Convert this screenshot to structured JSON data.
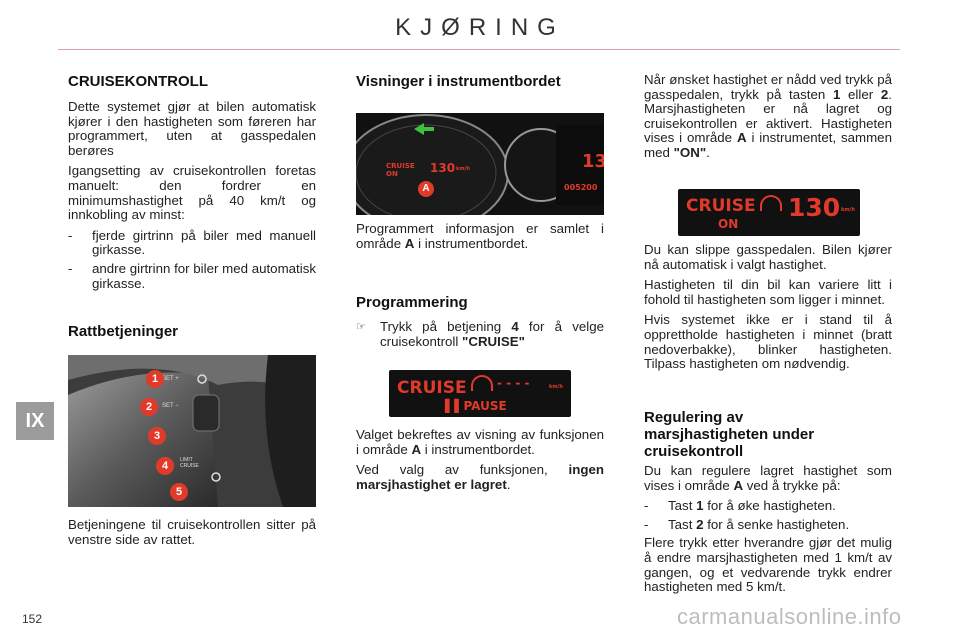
{
  "header": {
    "title": "KJØRING",
    "chapter": "IX",
    "page_number": "152",
    "watermark": "carmanualsonline.info"
  },
  "col1": {
    "heading": "CRUISEKONTROLL",
    "p1": "Dette systemet gjør at bilen automatisk kjører i den hastigheten som føreren har programmert, uten at gasspedalen berøres",
    "p2": "Igangsetting av cruisekontrollen foretas manuelt: den fordrer en minimumshastighet på 40 km/t og innkobling av minst:",
    "bullets": [
      "fjerde girtrinn på biler med manuell girkasse.",
      "andre girtrinn for biler med automatisk girkasse."
    ],
    "sub_heading": "Rattbetjeninger",
    "photo_labels": [
      "1",
      "2",
      "3",
      "4",
      "5"
    ],
    "photo_text": [
      "SET +",
      "SET −",
      "LIMIT CRUISE"
    ],
    "caption": "Betjeningene til cruisekontrollen sitter på venstre side av rattet."
  },
  "col2": {
    "heading": "Visninger i instrumentbordet",
    "dash_text": {
      "cruise": "CRUISE",
      "on": "ON",
      "speed": "130",
      "unit": "km/h",
      "marker": "A",
      "big": "13",
      "odo": "005200"
    },
    "caption_a": "Programmert informasjon er samlet i område",
    "caption_b": "A",
    "caption_c": "i instrumentbordet.",
    "heading2": "Programmering",
    "bullet_a": "Trykk på betjening",
    "bullet_b": "4",
    "bullet_c": "for å velge cruisekontroll",
    "bullet_d": "\"CRUISE\"",
    "lcd": {
      "cruise": "CRUISE",
      "dashes": "- - - -",
      "unit": "km/h",
      "pause": "PAUSE"
    },
    "p_confirm_a": "Valget bekreftes av visning av funksjonen i område",
    "p_confirm_b": "A",
    "p_confirm_c": "i instrumentbordet.",
    "p_speed_a": "Ved valg av funksjonen,",
    "p_speed_b": "ingen marsjhastighet er lagret",
    "p_speed_c": "."
  },
  "col3": {
    "p1_a": "Når ønsket hastighet er nådd ved trykk på gasspedalen, trykk på tasten",
    "p1_b": "1",
    "p1_c": "eller",
    "p1_d": "2",
    "p1_e": ". Marsjhastigheten er nå lagret og cruisekontrollen er aktivert. Hastigheten vises i område",
    "p1_f": "A",
    "p1_g": "i instrumentet, sammen med",
    "p1_h": "\"ON\"",
    "p1_i": ".",
    "lcd": {
      "cruise": "CRUISE",
      "on": "ON",
      "speed": "130",
      "unit": "km/h"
    },
    "p2": "Du kan slippe gasspedalen. Bilen kjører nå automatisk i valgt hastighet.",
    "p3": "Hastigheten til din bil kan variere litt i fohold til hastigheten som ligger i minnet.",
    "p4": "Hvis systemet ikke er i stand til å opprettholde hastigheten i minnet (bratt nedoverbakke), blinker hastigheten. Tilpass hastigheten om nødvendig.",
    "heading": "Regulering av marsjhastigheten under cruisekontroll",
    "p5_a": "Du kan regulere lagret hastighet som vises i område",
    "p5_b": "A",
    "p5_c": "ved å trykke på:",
    "li1_a": "Tast",
    "li1_b": "1",
    "li1_c": "for å øke hastigheten.",
    "li2_a": "Tast",
    "li2_b": "2",
    "li2_c": "for å senke hastigheten.",
    "p6": "Flere trykk etter hverandre gjør det mulig å endre marsjhastigheten med 1 km/t av gangen, og et vedvarende trykk endrer hastigheten med 5 km/t."
  },
  "colors": {
    "lcd_red": "#e23a2a",
    "tab": "#9b9b9b",
    "rule": "#e0a0a8"
  }
}
